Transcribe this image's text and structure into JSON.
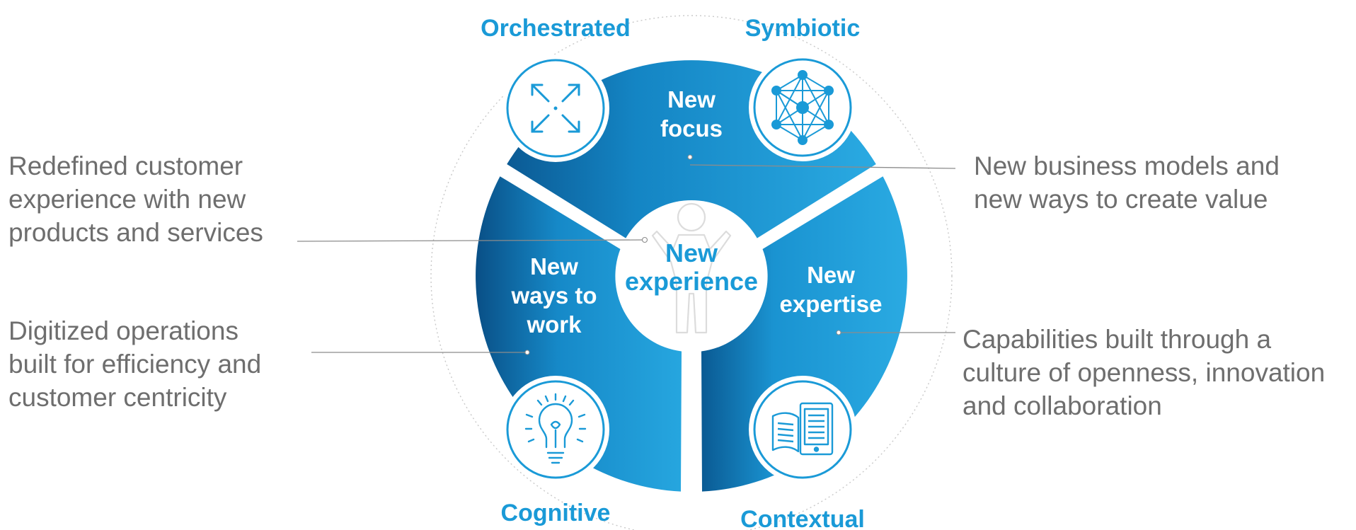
{
  "colors": {
    "accent": "#1a9ad7",
    "ring_light": "#2aaae2",
    "ring_dark": "#0a5c96",
    "callout_text": "#6e6e6e",
    "line": "#8c8c8c",
    "person_outline": "#d9d9d9"
  },
  "center": {
    "line1": "New",
    "line2": "experience"
  },
  "segments": [
    {
      "id": "focus",
      "line1": "New",
      "line2": "focus"
    },
    {
      "id": "work",
      "line1": "New",
      "line2": "ways to",
      "line3": "work"
    },
    {
      "id": "expertise",
      "line1": "New",
      "line2": "expertise"
    }
  ],
  "badges": [
    {
      "id": "orchestrated",
      "label": "Orchestrated",
      "icon": "expand-arrows-icon"
    },
    {
      "id": "symbiotic",
      "label": "Symbiotic",
      "icon": "network-icon"
    },
    {
      "id": "cognitive",
      "label": "Cognitive",
      "icon": "lightbulb-icon"
    },
    {
      "id": "contextual",
      "label": "Contextual",
      "icon": "book-tablet-icon"
    }
  ],
  "callouts": {
    "customer": [
      "Redefined customer",
      "experience with new",
      "products and services"
    ],
    "operations": [
      "Digitized operations",
      "built for efficiency and",
      "customer centricity"
    ],
    "business": [
      "New business models and",
      "new ways to create value"
    ],
    "capabilities": [
      "Capabilities built through a",
      "culture of openness, innovation",
      "and collaboration"
    ]
  }
}
